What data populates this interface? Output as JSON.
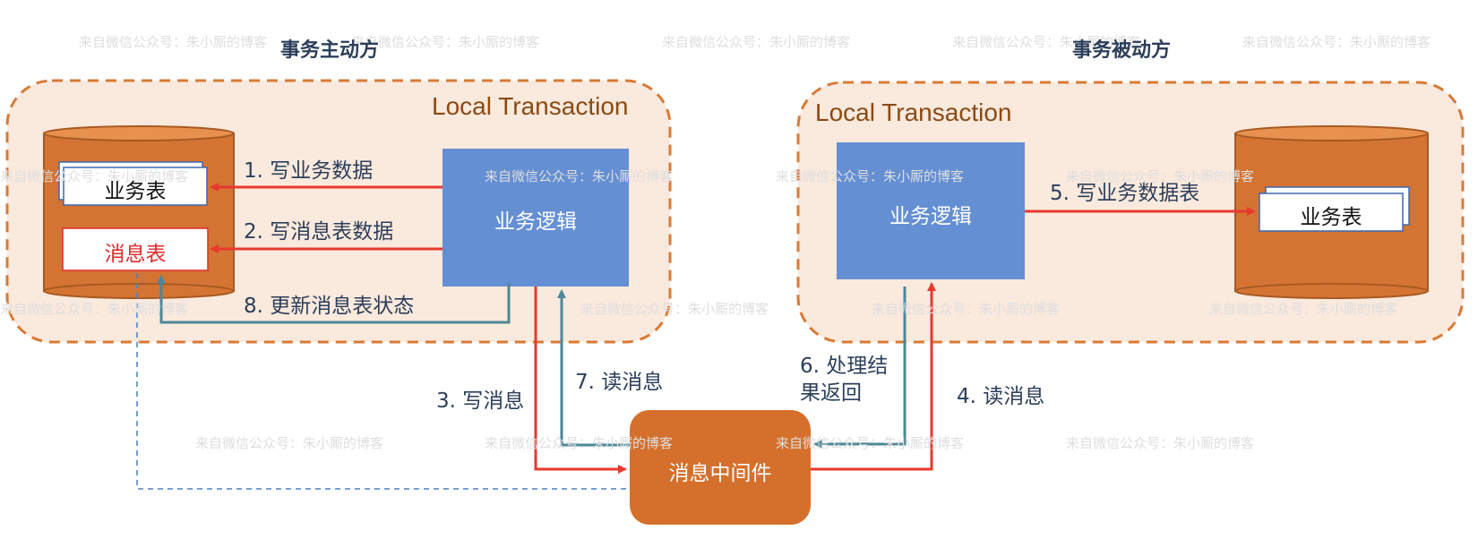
{
  "watermark": "来自微信公众号：朱小厮的博客",
  "left_side": {
    "title": "事务主动方",
    "transaction_label": "Local Transaction",
    "business_table": "业务表",
    "message_table": "消息表",
    "logic_box": "业务逻辑"
  },
  "right_side": {
    "title": "事务被动方",
    "transaction_label": "Local Transaction",
    "logic_box": "业务逻辑",
    "business_table": "业务表"
  },
  "middleware": "消息中间件",
  "steps": {
    "s1": "1. 写业务数据",
    "s2": "2. 写消息表数据",
    "s3": "3. 写消息",
    "s4": "4. 读消息",
    "s5": "5. 写业务数据表",
    "s6": "6. 处理结果返回",
    "s7": "7. 读消息",
    "s8": "8. 更新消息表状态"
  },
  "colors": {
    "container_fill": "#fae9dd",
    "container_border": "#d97a35",
    "db_fill": "#d47433",
    "logic_box": "#648fd3",
    "middleware": "#d5702c",
    "red_arrow": "#e8392e",
    "teal_arrow": "#4e8797",
    "dashed_blue": "#4a7ec1",
    "message_table_text": "#e02b2b"
  }
}
